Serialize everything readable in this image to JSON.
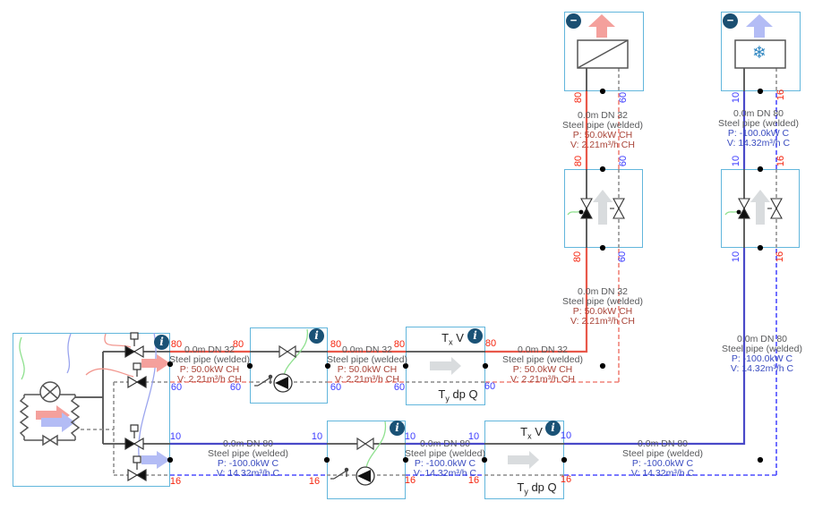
{
  "colors": {
    "pipe_ch": "#e8584a",
    "pipe_ch_dash": "#f0837a",
    "pipe_c": "#4949c8",
    "pipe_c_dash": "#4d4dff",
    "temp_red": "#f5250f",
    "temp_blue": "#3d3dff",
    "label_gray": "#58595b",
    "label_ch": "#a94438",
    "label_c": "#3a4cc0",
    "block_border": "#62b6dc",
    "arrow_warm": "#f4a09c",
    "arrow_cool": "#b3bcf5",
    "arrow_gray": "#d9dcde",
    "icon_info_bg": "#1a5276",
    "icon_minus_bg": "#1b4f72",
    "snowflake_blue": "#2e86c1",
    "wire_green": "#8ee08e",
    "symbol_gray": "#555555"
  },
  "pipes": {
    "ch": {
      "supply_temp": "80",
      "return_temp": "60",
      "label": {
        "size": "0.0m DN 32",
        "material": "Steel pipe (welded)",
        "power": "P: 50.0kW CH",
        "flow": "V: 2.21m³/h CH"
      }
    },
    "c": {
      "supply_temp": "10",
      "return_temp": "16",
      "label": {
        "size": "0.0m DN 80",
        "material": "Steel pipe (welded)",
        "power": "P: -100.0kW C",
        "flow": "V: 14.32m³/h C"
      }
    }
  },
  "measurement": {
    "t": "T",
    "sub_x": "x",
    "v": "V",
    "sub_y": "y",
    "dpq": "dp Q"
  },
  "icons": {
    "info": "i",
    "minus": "−",
    "snowflake": "❄"
  }
}
